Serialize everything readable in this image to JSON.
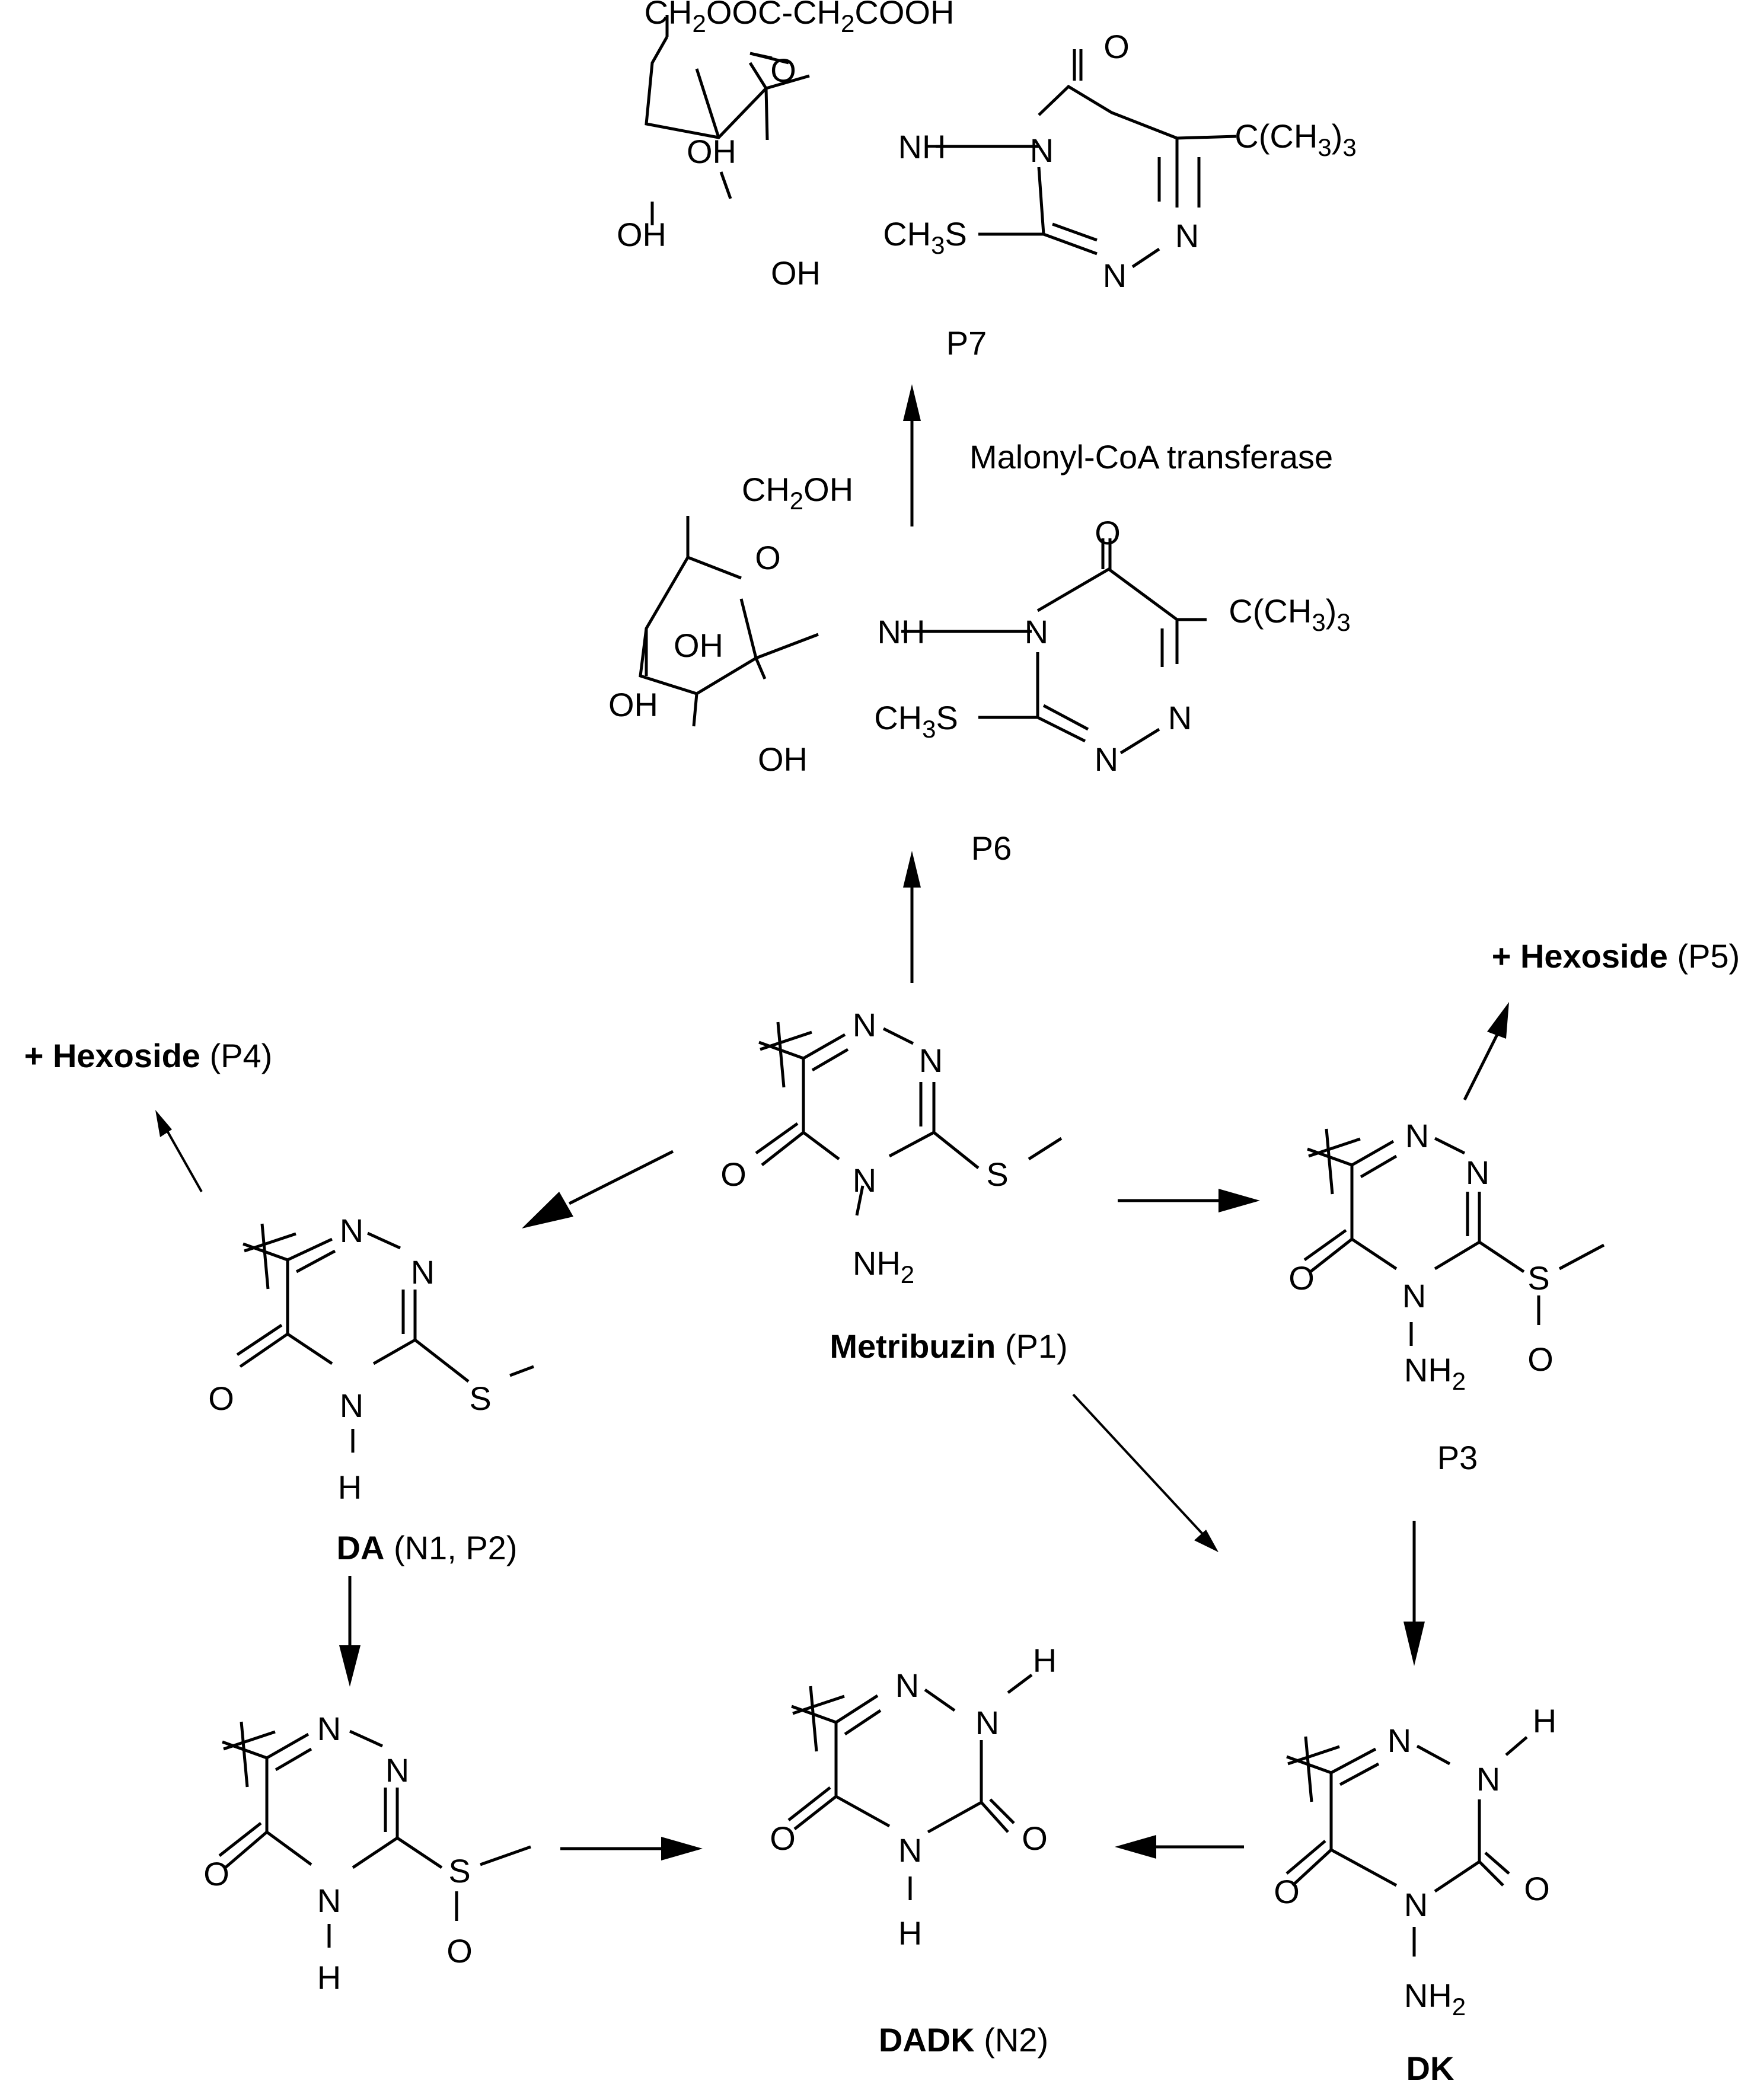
{
  "compounds": {
    "p1": {
      "name": "Metribuzin",
      "code": "(P1)",
      "atoms": {
        "n1": "N",
        "n2": "N",
        "n4": "N",
        "o": "O",
        "s": "S",
        "nh2": "NH2"
      }
    },
    "p2": {
      "name": "DA",
      "code": "(N1, P2)",
      "atoms": {
        "n1": "N",
        "n2": "N",
        "n4": "N",
        "h": "H",
        "o": "O",
        "s": "S"
      }
    },
    "p3": {
      "name": "P3",
      "atoms": {
        "n1": "N",
        "n2": "N",
        "n4": "N",
        "o": "O",
        "s": "S",
        "so": "O",
        "nh2": "NH2"
      }
    },
    "p4": {
      "prefix": "+",
      "name": "Hexoside",
      "code": "(P4)"
    },
    "p5": {
      "prefix": "+",
      "name": "Hexoside",
      "code": "(P5)"
    },
    "p6": {
      "name": "P6",
      "atoms": {
        "ch2oh": "CH2OH",
        "ring_o": "O",
        "oh1": "OH",
        "oh2": "OH",
        "oh3": "OH",
        "nh": "NH",
        "n4": "N",
        "co": "O",
        "tbu": "C(CH3)3",
        "n1": "N",
        "n2": "N",
        "sme": "CH3S"
      }
    },
    "p7": {
      "name": "P7",
      "atoms": {
        "malonyl": "CH2OOC-CH2COOH",
        "ring_o": "O",
        "oh1": "OH",
        "oh2": "OH",
        "oh3": "OH",
        "nh": "NH",
        "n4": "N",
        "co": "O",
        "tbu": "C(CH3)3",
        "n1": "N",
        "n2": "N",
        "sme": "CH3S"
      }
    },
    "dadk": {
      "name": "DADK",
      "code": "(N2)",
      "atoms": {
        "n1": "N",
        "n2": "N",
        "h2": "H",
        "n4": "N",
        "h4": "H",
        "o5": "O",
        "o3": "O"
      }
    },
    "dk": {
      "name": "DK",
      "atoms": {
        "n1": "N",
        "n2": "N",
        "h2": "H",
        "n4": "N",
        "nh2": "NH2",
        "o5": "O",
        "o3": "O"
      }
    },
    "dask": {
      "atoms": {
        "n1": "N",
        "n2": "N",
        "n4": "N",
        "h": "H",
        "o": "O",
        "s": "S",
        "so": "O"
      }
    }
  },
  "enzymes": {
    "malonyl": "Malonyl-CoA transferase"
  }
}
